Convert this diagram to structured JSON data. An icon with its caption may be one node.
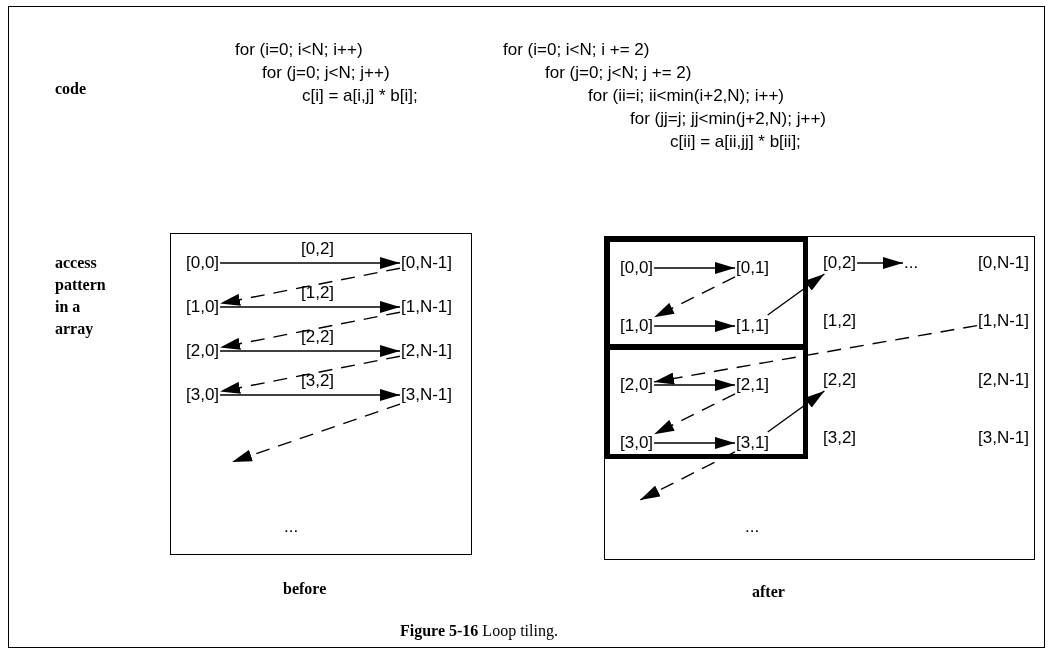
{
  "diagram": {
    "caption": "**Figure 5-16** Loop tiling.",
    "nodes": [
      {
        "text": [
          "..."
        ],
        "beside": [
          "before"
        ]
      },
      {
        "text": [
          "[0,0]"
        ],
        "in": 0
      },
      {
        "text": [
          "[0,2]"
        ],
        "in": 0
      },
      {
        "text": [
          "[0,N-1]"
        ],
        "in": 0
      },
      {
        "text": [
          "[1,0]"
        ],
        "in": 0
      },
      {
        "text": [
          "[1,2]"
        ],
        "in": 0
      },
      {
        "text": [
          "[1,N-1]"
        ],
        "in": 0
      },
      {
        "text": [
          "[2,0]"
        ],
        "in": 0
      },
      {
        "text": [
          "[2,2]"
        ],
        "in": 0
      },
      {
        "text": [
          "[2,N-1]"
        ],
        "in": 0
      },
      {
        "text": [
          "[3,0]"
        ],
        "in": 0
      },
      {
        "text": [
          "[3,2]"
        ],
        "in": 0
      },
      {
        "text": [
          "[3,N-1]"
        ],
        "in": 0
      },
      {
        "text": [
          "..."
        ],
        "beside": [
          "after"
        ]
      },
      {
        "text": [],
        "shape": "box",
        "in": 13
      },
      {
        "text": [
          "[0,0]"
        ],
        "in": 14
      },
      {
        "text": [
          "[0,1]"
        ],
        "in": 14
      },
      {
        "text": [
          "[1,0]"
        ],
        "in": 14
      },
      {
        "text": [
          "[1,1]"
        ],
        "in": 14
      },
      {
        "text": [],
        "shape": "box",
        "in": 13
      },
      {
        "text": [
          "[2,0]"
        ],
        "in": 19
      },
      {
        "text": [
          "[2,1]"
        ],
        "in": 19
      },
      {
        "text": [
          "[3,0]"
        ],
        "in": 19
      },
      {
        "text": [
          "[3,1]"
        ],
        "in": 19
      },
      {
        "text": [
          "[0,2]"
        ],
        "in": 13
      },
      {
        "text": [
          "..."
        ],
        "in": 13
      },
      {
        "text": [
          "[0,N-1]"
        ],
        "in": 13
      },
      {
        "text": [
          "[1,2]"
        ],
        "in": 13
      },
      {
        "text": [
          "[1,N-1]"
        ],
        "in": 13
      },
      {
        "text": [
          "[2,2]"
        ],
        "in": 13
      },
      {
        "text": [
          "[2,N-1]"
        ],
        "in": 13
      },
      {
        "text": [
          "[3,2]"
        ],
        "in": 13
      },
      {
        "text": [
          "[3,N-1]"
        ],
        "in": 13
      }
    ],
    "edges": [
      {
        "from": 1,
        "to": 3,
        "arrow": "to"
      },
      {
        "from": 3,
        "to": 4,
        "arrow": "to",
        "style": "dashed"
      },
      {
        "from": 4,
        "to": 6,
        "arrow": "to"
      },
      {
        "from": 6,
        "to": 7,
        "arrow": "to",
        "style": "dashed"
      },
      {
        "from": 7,
        "to": 9,
        "arrow": "to"
      },
      {
        "from": 9,
        "to": 10,
        "arrow": "to",
        "style": "dashed"
      },
      {
        "from": 10,
        "to": 12,
        "arrow": "to"
      },
      {
        "from": 12,
        "to": null,
        "arrow": "to",
        "style": "dashed"
      },
      {
        "from": 15,
        "to": 16,
        "arrow": "to"
      },
      {
        "from": 16,
        "to": 17,
        "arrow": "to",
        "style": "dashed"
      },
      {
        "from": 17,
        "to": 18,
        "arrow": "to"
      },
      {
        "from": 18,
        "to": 24,
        "arrow": "to"
      },
      {
        "from": 24,
        "to": 25,
        "arrow": "to"
      },
      {
        "from": 28,
        "to": 20,
        "arrow": "to",
        "style": "dashed"
      },
      {
        "from": 20,
        "to": 21,
        "arrow": "to"
      },
      {
        "from": 21,
        "to": 22,
        "arrow": "to",
        "style": "dashed"
      },
      {
        "from": 22,
        "to": 23,
        "arrow": "to"
      },
      {
        "from": 23,
        "to": 29,
        "arrow": "to"
      },
      {
        "from": 23,
        "to": null,
        "arrow": "to",
        "style": "dashed"
      }
    ],
    "labels": [
      "for (i=0; i<N; i++)",
      "for (j=0; j<N; j++)",
      "code",
      "c[i] = a[i,j] * b[i];",
      "for (i=0; i<N; i += 2)",
      "for (j=0; j<N; j += 2)",
      "for (ii=i; ii<min(i+2,N); i++)",
      "for (jj=j; jj<min(j+2,N); j++)",
      "c[ii] = a[ii,jj] * b[ii];",
      "access pattern in a array"
    ]
  }
}
